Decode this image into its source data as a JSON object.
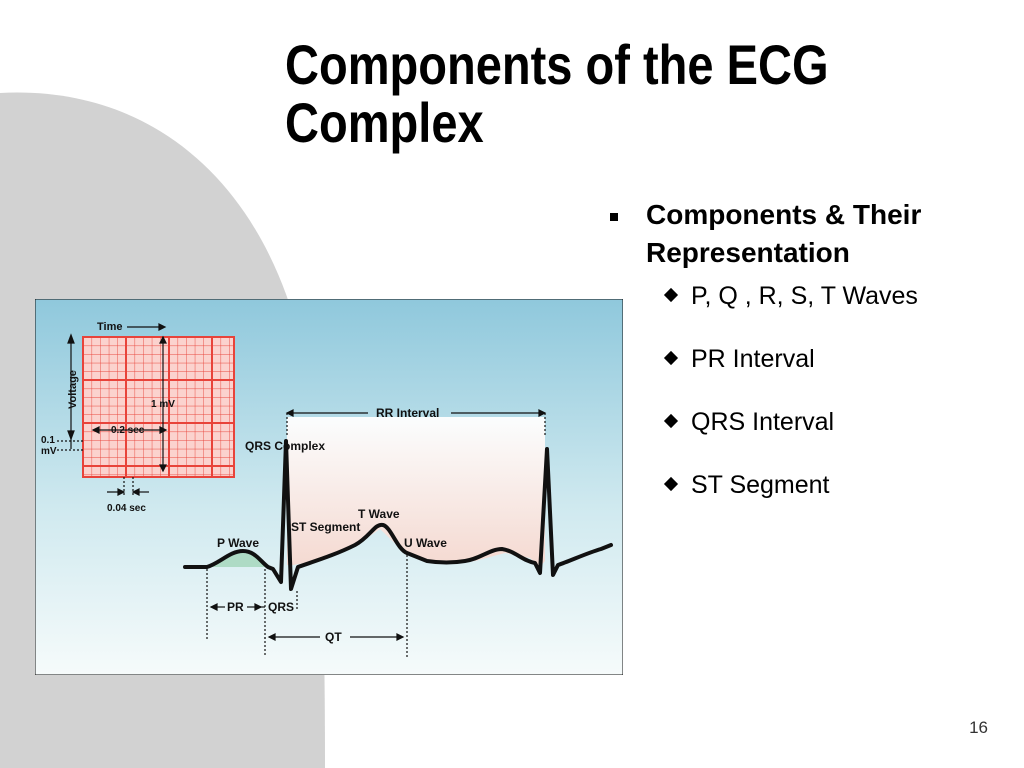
{
  "slide": {
    "title_line1": "Components of the ECG",
    "title_line2": "Complex",
    "page_number": "16"
  },
  "bullets": {
    "main": {
      "line1": "Components & Their",
      "line2": "Representation"
    },
    "sub": [
      "P, Q , R, S, T Waves",
      "PR Interval",
      "QRS Interval",
      "ST Segment"
    ]
  },
  "diagram": {
    "labels": {
      "time": "Time",
      "voltage": "Voltage",
      "one_mv": "1 mV",
      "point_two_sec": "0.2 sec",
      "point_one": "0.1",
      "mv": "mV",
      "point_zero_four_sec": "0.04 sec",
      "rr_interval": "RR Interval",
      "qrs_complex": "QRS Complex",
      "t_wave": "T Wave",
      "st_segment": "ST Segment",
      "p_wave": "P Wave",
      "u_wave": "U Wave",
      "pr": "PR",
      "qrs": "QRS",
      "qt": "QT"
    },
    "colors": {
      "grid_red": "#e8433a",
      "grid_fill": "#fbd2ce",
      "sky_top": "#8fc8dc",
      "sky_bottom": "#f6fbfb",
      "rr_fill": "#f6d8cf",
      "p_wave_fill": "#a9d8c0"
    }
  }
}
